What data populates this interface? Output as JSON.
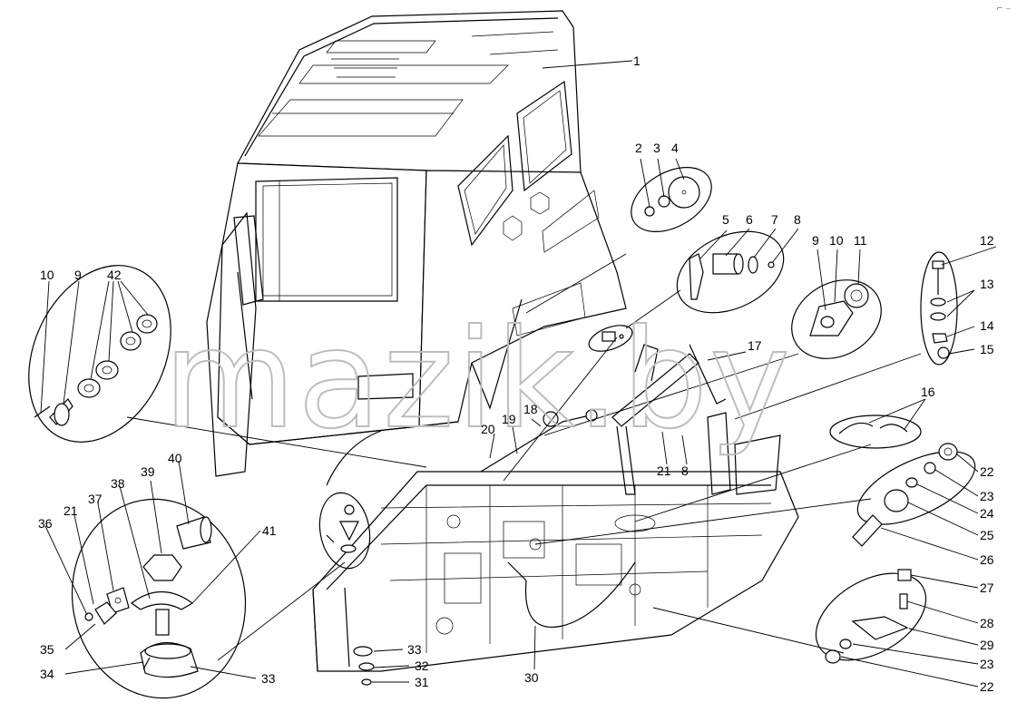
{
  "watermark": "mazik.by",
  "corner_mark": "⌐ ‒",
  "callouts": {
    "c1": "1",
    "c2": "2",
    "c3": "3",
    "c4": "4",
    "c5": "5",
    "c6": "6",
    "c7": "7",
    "c8": "8",
    "c9": "9",
    "c10": "10",
    "c11": "11",
    "c12": "12",
    "c13": "13",
    "c14": "14",
    "c15": "15",
    "c16": "16",
    "c17": "17",
    "c18": "18",
    "c19": "19",
    "c20": "20",
    "c21": "21",
    "c8b": "8",
    "c22": "22",
    "c23": "23",
    "c24": "24",
    "c25": "25",
    "c26": "26",
    "c27": "27",
    "c28": "28",
    "c29": "29",
    "c23b": "23",
    "c22b": "22",
    "c10l": "10",
    "c9l": "9",
    "c42": "42",
    "c40": "40",
    "c39": "39",
    "c38": "38",
    "c37": "37",
    "c21l": "21",
    "c36": "36",
    "c41": "41",
    "c35": "35",
    "c34": "34",
    "c33": "33",
    "c33b": "33",
    "c32": "32",
    "c31": "31",
    "c30": "30"
  }
}
